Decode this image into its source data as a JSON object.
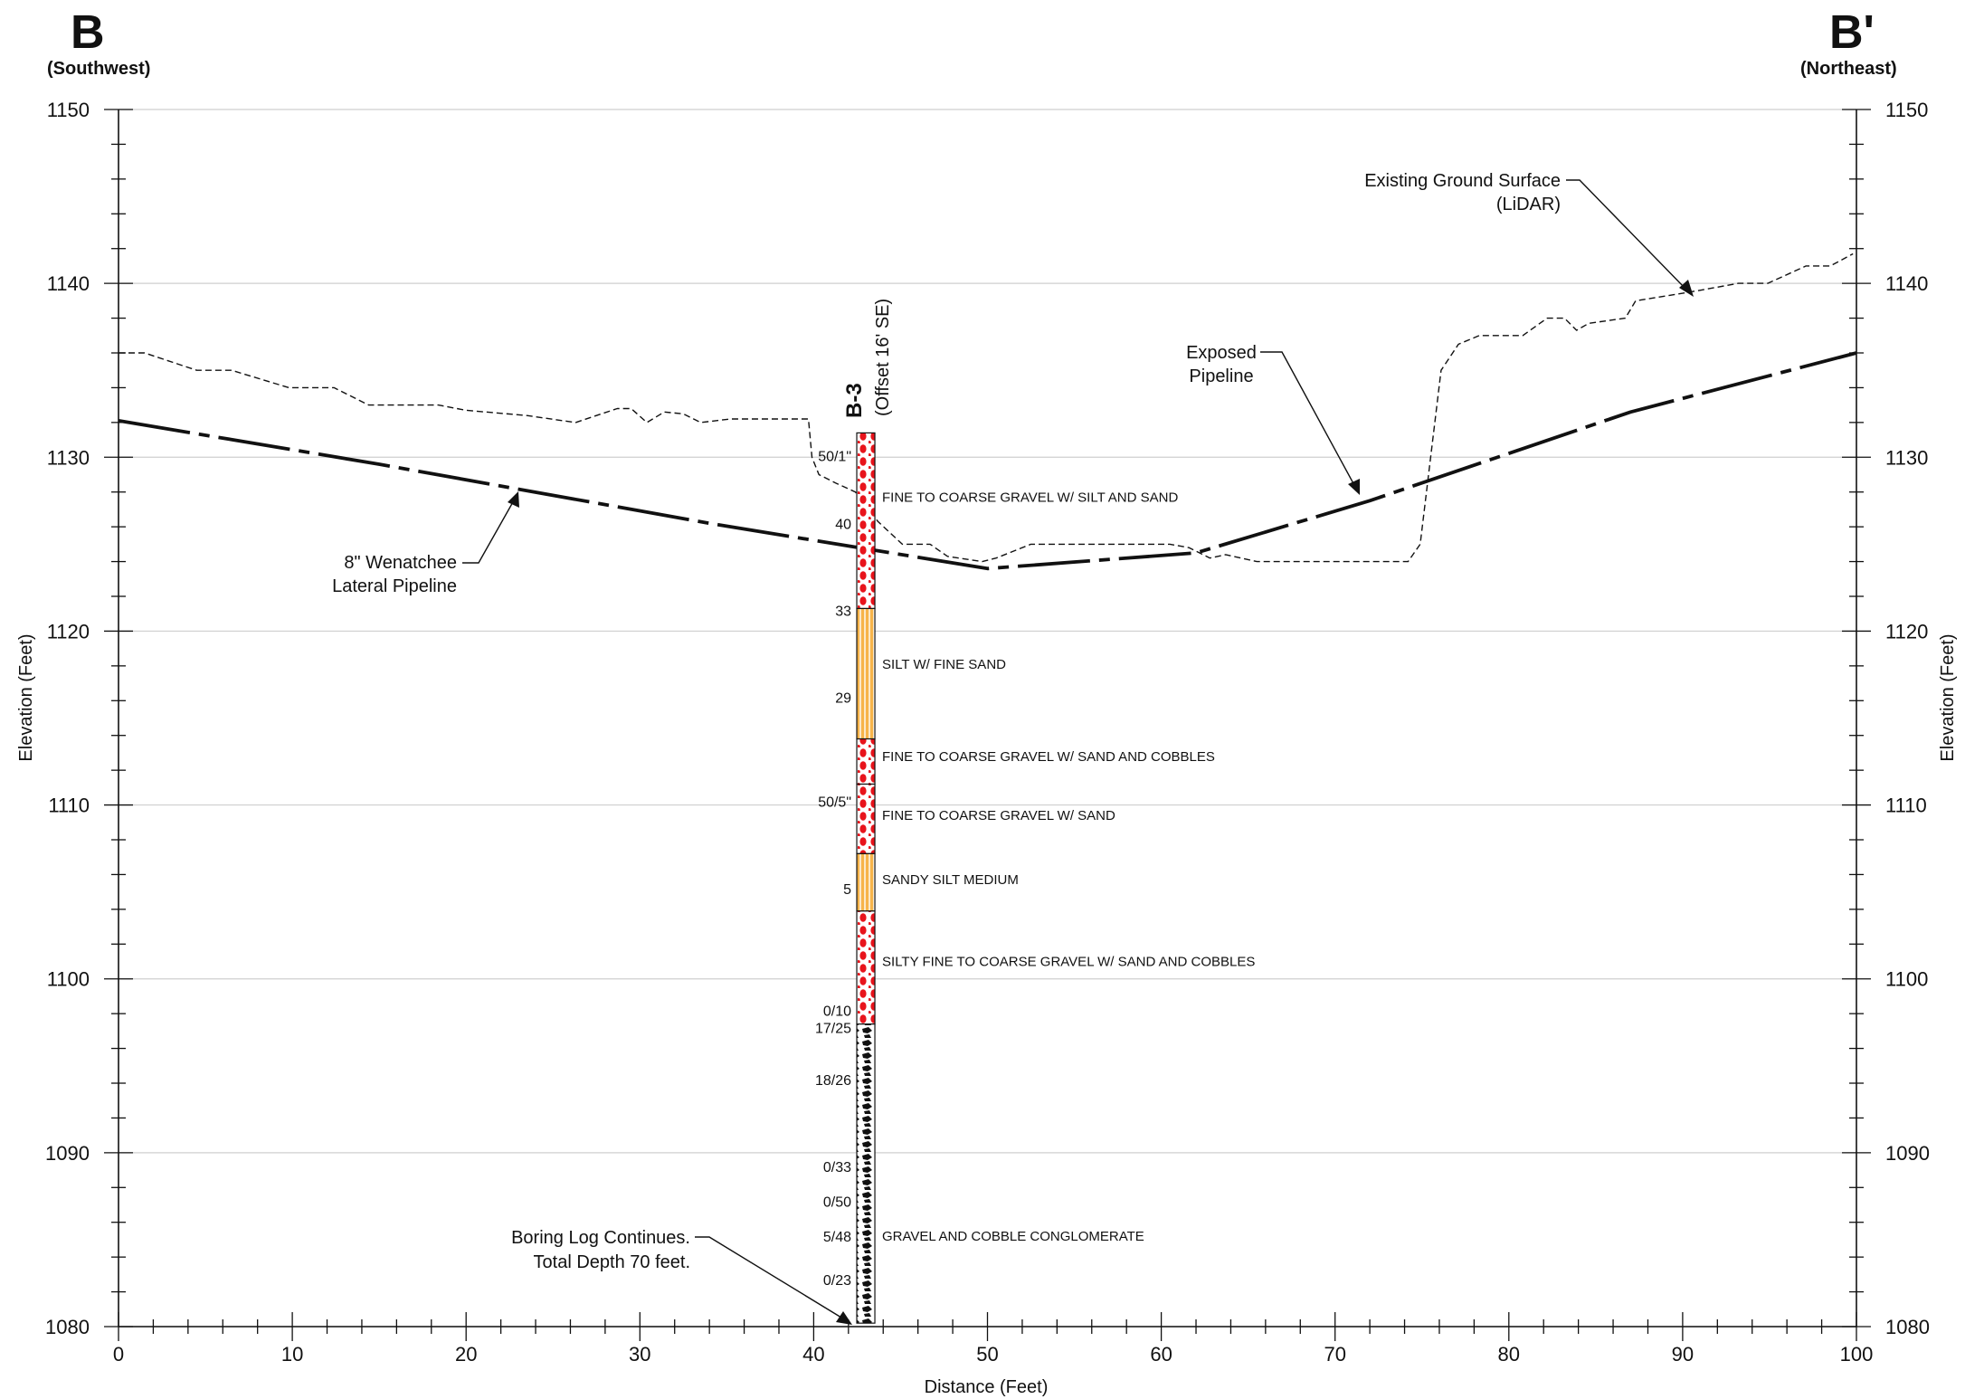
{
  "header": {
    "left_letter": "B",
    "left_direction": "(Southwest)",
    "right_letter": "B'",
    "right_direction": "(Northeast)"
  },
  "axes": {
    "x_label": "Distance (Feet)",
    "y_label_left": "Elevation (Feet)",
    "y_label_right": "Elevation (Feet)",
    "x_ticks": [
      "0",
      "10",
      "20",
      "30",
      "40",
      "50",
      "60",
      "70",
      "80",
      "90",
      "100"
    ],
    "y_ticks": [
      "1080",
      "1090",
      "1100",
      "1110",
      "1120",
      "1130",
      "1140",
      "1150"
    ]
  },
  "boring": {
    "id": "B-3",
    "offset": "(Offset 16' SE)",
    "blow_counts": [
      "50/1\"",
      "40",
      "33",
      "29",
      "50/5\"",
      "5",
      "0/10",
      "17/25",
      "18/26",
      "0/33",
      "0/50",
      "5/48",
      "0/23"
    ],
    "layers": [
      "FINE TO COARSE GRAVEL W/ SILT AND SAND",
      "SILT W/ FINE SAND",
      "FINE TO COARSE GRAVEL W/ SAND AND COBBLES",
      "FINE TO COARSE GRAVEL W/ SAND",
      "SANDY SILT MEDIUM",
      "SILTY FINE TO COARSE GRAVEL W/ SAND AND COBBLES",
      "GRAVEL AND COBBLE CONGLOMERATE"
    ]
  },
  "callouts": {
    "ground_line1": "Existing Ground Surface",
    "ground_line2": "(LiDAR)",
    "exposed_line1": "Exposed",
    "exposed_line2": "Pipeline",
    "pipeline_line1": "8\" Wenatchee",
    "pipeline_line2": "Lateral Pipeline",
    "boring_line1": "Boring Log Continues.",
    "boring_line2": "Total Depth 70 feet."
  },
  "chart_data": {
    "type": "line",
    "xlim": [
      0,
      100
    ],
    "ylim": [
      1080,
      1150
    ],
    "grid": true,
    "series": [
      {
        "name": "Existing Ground Surface",
        "style": "dashed-thin",
        "x": [
          0,
          1.5,
          4.5,
          6.5,
          9.8,
          12.4,
          14.4,
          18.4,
          20,
          23.5,
          26.3,
          28.7,
          29.5,
          30.4,
          31.4,
          32.5,
          33.5,
          35.2,
          39.7,
          39.9,
          40.3,
          41.3,
          42.4,
          43.7,
          45.1,
          46.7,
          47.7,
          49.7,
          50.5,
          52.5,
          60.5,
          61.6,
          62.8,
          63.7,
          65.5,
          74.2,
          74.9,
          76.1,
          77.1,
          78.3,
          80.8,
          82.2,
          83.2,
          83.9,
          84.6,
          86.7,
          87.3,
          89.2,
          91,
          93.2,
          94.9,
          97.1,
          98.5,
          99.8
        ],
        "y": [
          1136,
          1136,
          1135,
          1135,
          1134,
          1134,
          1133,
          1133,
          1132.7,
          1132.4,
          1132,
          1132.8,
          1132.8,
          1132,
          1132.6,
          1132.5,
          1132,
          1132.2,
          1132.2,
          1130,
          1129,
          1128.5,
          1128,
          1126.3,
          1125,
          1125,
          1124.3,
          1124,
          1124.2,
          1125,
          1125,
          1124.8,
          1124.2,
          1124.4,
          1124,
          1124,
          1125,
          1135,
          1136.5,
          1137,
          1137,
          1138,
          1138,
          1137.3,
          1137.7,
          1138,
          1139,
          1139.3,
          1139.6,
          1140,
          1140,
          1141,
          1141,
          1141.7
        ]
      },
      {
        "name": "8\" Wenatchee Lateral Pipeline",
        "style": "dash-dot-thick",
        "x": [
          0,
          15,
          34,
          50,
          62,
          72,
          87,
          100
        ],
        "y": [
          1132.1,
          1129.6,
          1126.2,
          1123.6,
          1124.5,
          1127.5,
          1132.6,
          1136
        ]
      }
    ],
    "boring_log": {
      "x": 43,
      "top_elevation": 1131.4,
      "layers": [
        {
          "top": 1131.4,
          "bottom": 1121.3,
          "material": "gravel-red"
        },
        {
          "top": 1121.3,
          "bottom": 1113.8,
          "material": "silt-orange"
        },
        {
          "top": 1113.8,
          "bottom": 1111.2,
          "material": "gravel-red"
        },
        {
          "top": 1111.2,
          "bottom": 1107.2,
          "material": "gravel-red"
        },
        {
          "top": 1107.2,
          "bottom": 1103.9,
          "material": "silt-orange"
        },
        {
          "top": 1103.9,
          "bottom": 1097.4,
          "material": "gravel-red"
        },
        {
          "top": 1097.4,
          "bottom": 1080.2,
          "material": "conglomerate-black"
        }
      ],
      "blow_count_elevations": [
        1130.1,
        1126.2,
        1121.2,
        1116.2,
        1110.2,
        1105.2,
        1098.2,
        1097.2,
        1094.2,
        1089.2,
        1087.2,
        1085.2,
        1082.7
      ],
      "layer_label_elevations": [
        1127.7,
        1118.1,
        1112.8,
        1109.4,
        1105.7,
        1101,
        1085.2
      ]
    },
    "colors": {
      "gravel_fill": "#e8141c",
      "silt_fill": "#f7b44a",
      "conglomerate_fill": "#111111",
      "grid": "#cfcfcf"
    }
  }
}
